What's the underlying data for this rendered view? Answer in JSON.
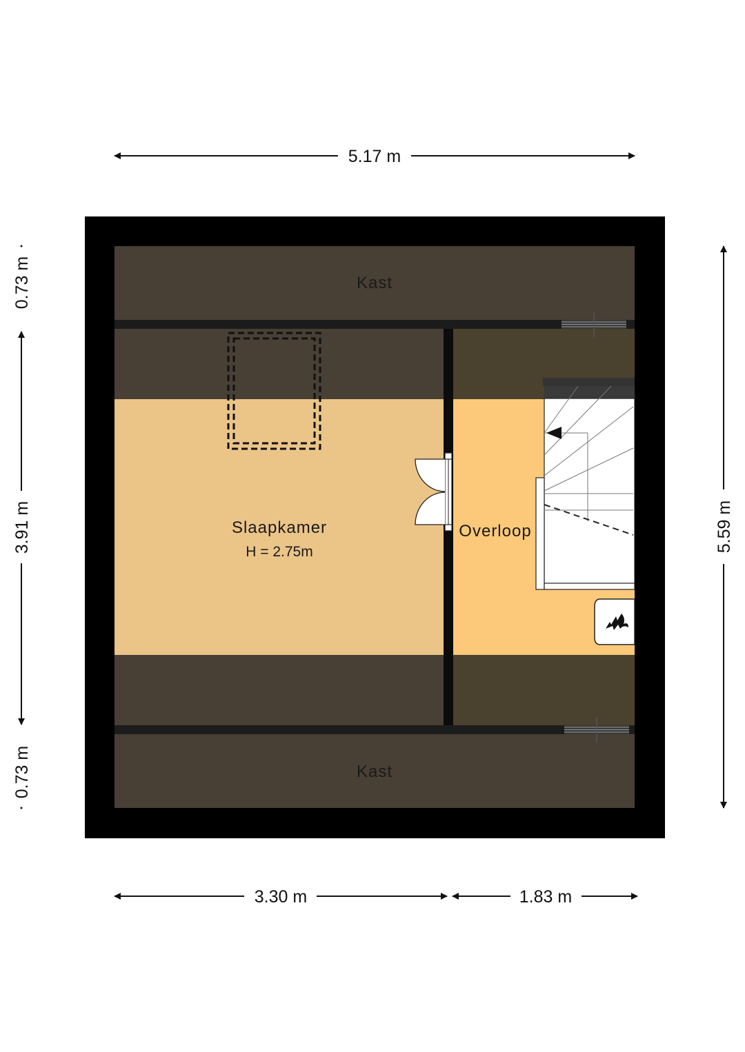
{
  "colors": {
    "wall": "#000000",
    "interior_wall": "#1c1c1c",
    "storage_dark": "#483f35",
    "storage_dark_right": "#4b412f",
    "bedroom": "#ebc488",
    "landing": "#fbc979",
    "stair": "#ffffff"
  },
  "rooms": {
    "kast_top": "Kast",
    "kast_bottom": "Kast",
    "slaapkamer": "Slaapkamer",
    "slaapkamer_height": "H = 2.75m",
    "overloop": "Overloop"
  },
  "dimensions": {
    "top_width": "5.17 m",
    "bottom_left": "3.30 m",
    "bottom_right": "1.83 m",
    "left_top": "0.73 m",
    "left_middle": "3.91 m",
    "left_bottom": "0.73 m",
    "right_total": "5.59 m"
  },
  "icons": {
    "skylight": "skylight-dashed-outline",
    "double_door": "double-door-swing",
    "staircase": "staircase",
    "boiler": "heater-flame-icon"
  }
}
